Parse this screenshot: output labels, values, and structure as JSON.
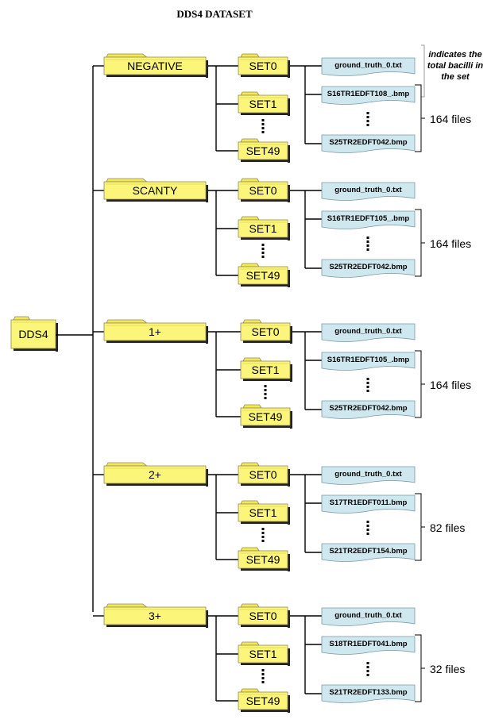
{
  "title": "DDS4 DATASET",
  "root": "DDS4",
  "note": "indicates the total bacilli in the set",
  "categories": [
    {
      "label": "NEGATIVE",
      "sets": [
        "SET0",
        "SET1",
        "SET49"
      ],
      "txt": "ground_truth_0.txt",
      "first": "S16TR1EDFT108_.bmp",
      "last": "S25TR2EDFT042.bmp",
      "count": "164 files"
    },
    {
      "label": "SCANTY",
      "sets": [
        "SET0",
        "SET1",
        "SET49"
      ],
      "txt": "ground_truth_0.txt",
      "first": "S16TR1EDFT105_.bmp",
      "last": "S25TR2EDFT042.bmp",
      "count": "164 files"
    },
    {
      "label": "1+",
      "sets": [
        "SET0",
        "SET1",
        "SET49"
      ],
      "txt": "ground_truth_0.txt",
      "first": "S16TR1EDFT105_.bmp",
      "last": "S25TR2EDFT042.bmp",
      "count": "164 files"
    },
    {
      "label": "2+",
      "sets": [
        "SET0",
        "SET1",
        "SET49"
      ],
      "txt": "ground_truth_0.txt",
      "first": "S17TR1EDFT011.bmp",
      "last": "S21TR2EDFT154.bmp",
      "count": "82 files"
    },
    {
      "label": "3+",
      "sets": [
        "SET0",
        "SET1",
        "SET49"
      ],
      "txt": "ground_truth_0.txt",
      "first": "S18TR1EDFT041.bmp",
      "last": "S21TR2EDFT133.bmp",
      "count": "32 files"
    }
  ]
}
